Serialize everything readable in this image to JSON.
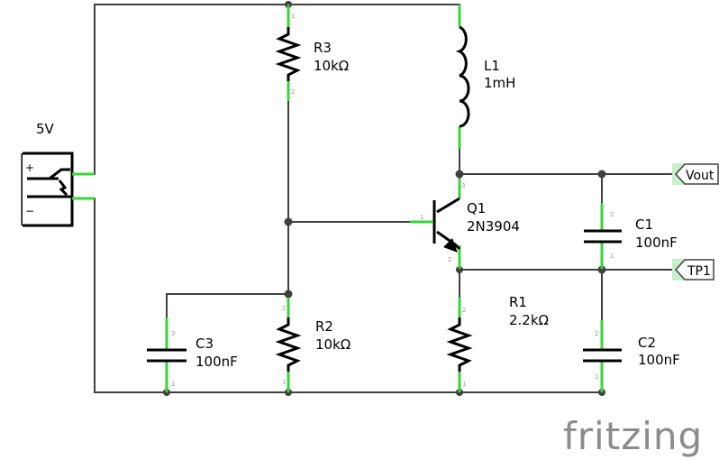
{
  "source": {
    "label": "5V",
    "plus": "+",
    "minus": "−"
  },
  "resistors": {
    "r3": {
      "name": "R3",
      "value": "10kΩ"
    },
    "r2": {
      "name": "R2",
      "value": "10kΩ"
    },
    "r1": {
      "name": "R1",
      "value": "2.2kΩ"
    }
  },
  "inductor": {
    "name": "L1",
    "value": "1mH"
  },
  "transistor": {
    "name": "Q1",
    "value": "2N3904"
  },
  "capacitors": {
    "c1": {
      "name": "C1",
      "value": "100nF"
    },
    "c2": {
      "name": "C2",
      "value": "100nF"
    },
    "c3": {
      "name": "C3",
      "value": "100nF"
    }
  },
  "ports": {
    "vout": "Vout",
    "tp1": "TP1"
  },
  "pin_numbers": {
    "one": "1",
    "two": "2",
    "three": "3"
  },
  "logo": "fritzing",
  "colors": {
    "wire": "#404040",
    "pin": "#3ad43a",
    "port_fill": "#c8f0c8"
  }
}
